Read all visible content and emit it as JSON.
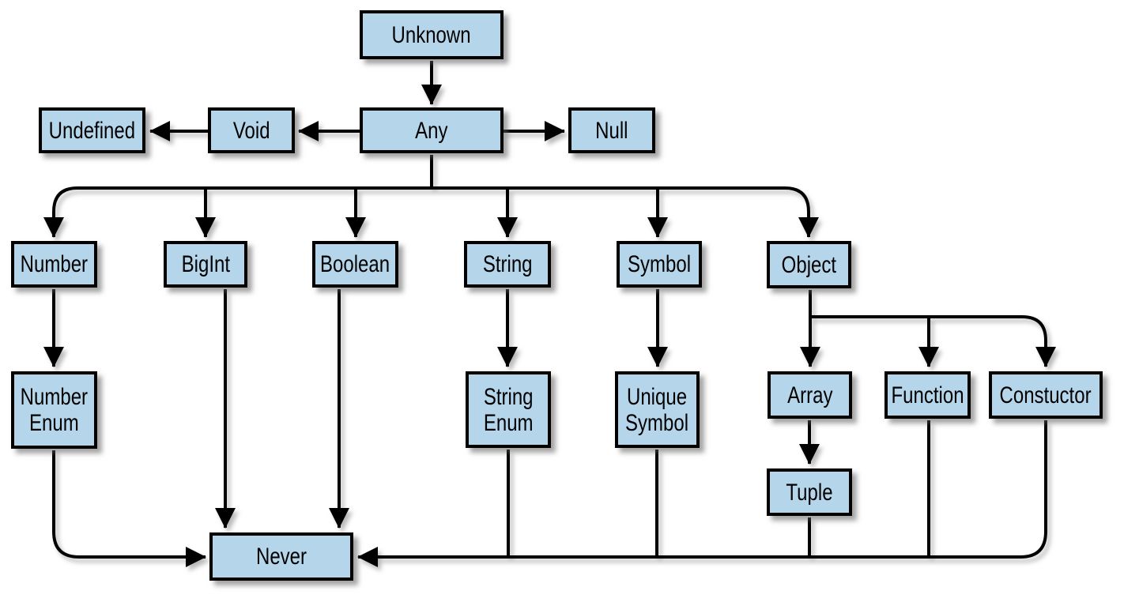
{
  "diagram": {
    "kind": "type-hierarchy-flowchart",
    "colors": {
      "node_fill": "#b5d5ea",
      "node_border": "#000000",
      "edge": "#000000",
      "background": "#ffffff",
      "text": "#000000"
    },
    "nodes": {
      "unknown": {
        "label": "Unknown"
      },
      "any": {
        "label": "Any"
      },
      "void": {
        "label": "Void"
      },
      "undefined": {
        "label": "Undefined"
      },
      "null": {
        "label": "Null"
      },
      "number": {
        "label": "Number"
      },
      "bigint": {
        "label": "BigInt"
      },
      "boolean": {
        "label": "Boolean"
      },
      "string": {
        "label": "String"
      },
      "symbol": {
        "label": "Symbol"
      },
      "object": {
        "label": "Object"
      },
      "number_enum": {
        "label": "Number\nEnum"
      },
      "string_enum": {
        "label": "String\nEnum"
      },
      "unique_symbol": {
        "label": "Unique\nSymbol"
      },
      "array": {
        "label": "Array"
      },
      "function": {
        "label": "Function"
      },
      "constuctor": {
        "label": "Constuctor"
      },
      "tuple": {
        "label": "Tuple"
      },
      "never": {
        "label": "Never"
      }
    },
    "edges": [
      {
        "from": "unknown",
        "to": "any"
      },
      {
        "from": "any",
        "to": "void"
      },
      {
        "from": "void",
        "to": "undefined"
      },
      {
        "from": "any",
        "to": "null"
      },
      {
        "from": "any",
        "to": "number"
      },
      {
        "from": "any",
        "to": "bigint"
      },
      {
        "from": "any",
        "to": "boolean"
      },
      {
        "from": "any",
        "to": "string"
      },
      {
        "from": "any",
        "to": "symbol"
      },
      {
        "from": "any",
        "to": "object"
      },
      {
        "from": "number",
        "to": "number_enum"
      },
      {
        "from": "string",
        "to": "string_enum"
      },
      {
        "from": "symbol",
        "to": "unique_symbol"
      },
      {
        "from": "object",
        "to": "array"
      },
      {
        "from": "object",
        "to": "function"
      },
      {
        "from": "object",
        "to": "constuctor"
      },
      {
        "from": "array",
        "to": "tuple"
      },
      {
        "from": "number_enum",
        "to": "never"
      },
      {
        "from": "bigint",
        "to": "never"
      },
      {
        "from": "boolean",
        "to": "never"
      },
      {
        "from": "string_enum",
        "to": "never"
      },
      {
        "from": "unique_symbol",
        "to": "never"
      },
      {
        "from": "tuple",
        "to": "never"
      },
      {
        "from": "function",
        "to": "never"
      },
      {
        "from": "constuctor",
        "to": "never"
      }
    ]
  }
}
